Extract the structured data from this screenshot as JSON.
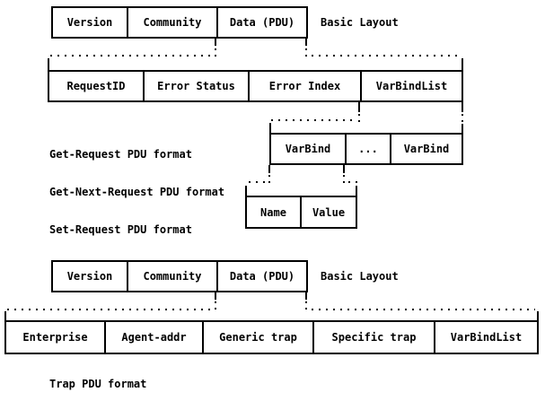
{
  "top_diagram": {
    "basic_row": {
      "cells": [
        "Version",
        "Community",
        "Data (PDU)"
      ],
      "label": "Basic Layout"
    },
    "pdu_row": {
      "cells": [
        "RequestID",
        "Error Status",
        "Error Index",
        "VarBindList"
      ]
    },
    "varbind_row": {
      "cells": [
        "VarBind",
        "...",
        "VarBind"
      ]
    },
    "name_value_row": {
      "cells": [
        "Name",
        "Value"
      ]
    },
    "format_lines": [
      "Get-Request PDU format",
      "Get-Next-Request PDU format",
      "Set-Request PDU format"
    ]
  },
  "bottom_diagram": {
    "basic_row": {
      "cells": [
        "Version",
        "Community",
        "Data (PDU)"
      ],
      "label": "Basic Layout"
    },
    "trap_row": {
      "cells": [
        "Enterprise",
        "Agent-addr",
        "Generic trap",
        "Specific trap",
        "VarBindList"
      ]
    },
    "format_line": "Trap PDU format"
  },
  "colors": {
    "line": "#000000",
    "background": "#ffffff"
  }
}
